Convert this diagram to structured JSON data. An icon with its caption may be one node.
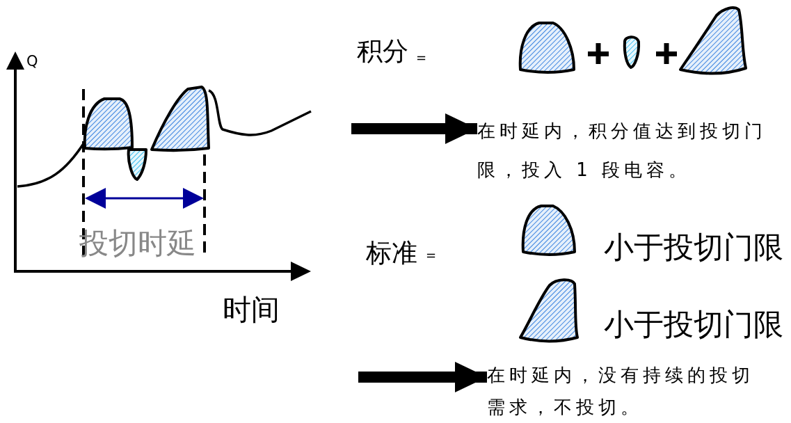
{
  "diagram": {
    "nodes": [
      {
        "text": [
          "在时延内，积分值达到投切门限，投入 1 段电容。"
        ]
      },
      {
        "text": [
          "在时延内，没有持续的投切需求，不投切。"
        ]
      }
    ],
    "edges": [
      {
        "from": null,
        "to": 0,
        "arrow": "to"
      },
      {
        "from": null,
        "to": 1,
        "arrow": "to"
      }
    ],
    "labels": [
      "积分",
      "=",
      "Q",
      "投切时延",
      "标准",
      "=",
      "小于投切门限",
      "小于投切门限",
      "时间"
    ]
  }
}
